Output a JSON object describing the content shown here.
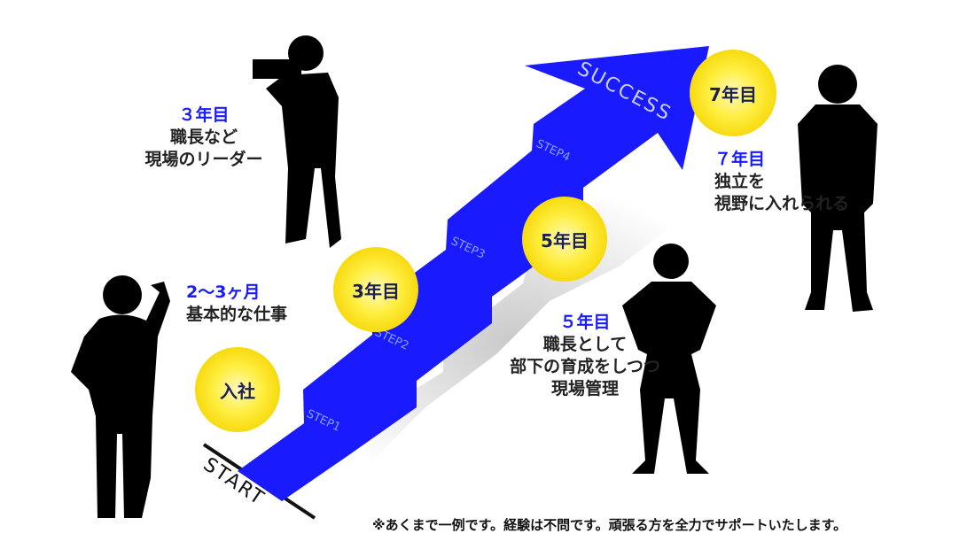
{
  "arrow": {
    "start": "START",
    "end": "SUCCESS",
    "steps": [
      "STEP1",
      "STEP2",
      "STEP3",
      "STEP4"
    ],
    "color": "#1a1aff"
  },
  "milestones": [
    {
      "badge": "入社"
    },
    {
      "badge": "3年目"
    },
    {
      "badge": "5年目"
    },
    {
      "badge": "7年目"
    }
  ],
  "captions": [
    {
      "year": "2〜3ヶ月",
      "lines": [
        "基本的な仕事"
      ]
    },
    {
      "year": "３年目",
      "lines": [
        "職長など",
        "現場のリーダー"
      ]
    },
    {
      "year": "５年目",
      "lines": [
        "職長として",
        "部下の育成をしつつ",
        "現場管理"
      ]
    },
    {
      "year": "７年目",
      "lines": [
        "独立を",
        "視野に入れられる"
      ]
    }
  ],
  "note": "※あくまで一例です。経験は不問です。頑張る方を全力でサポートいたします。"
}
